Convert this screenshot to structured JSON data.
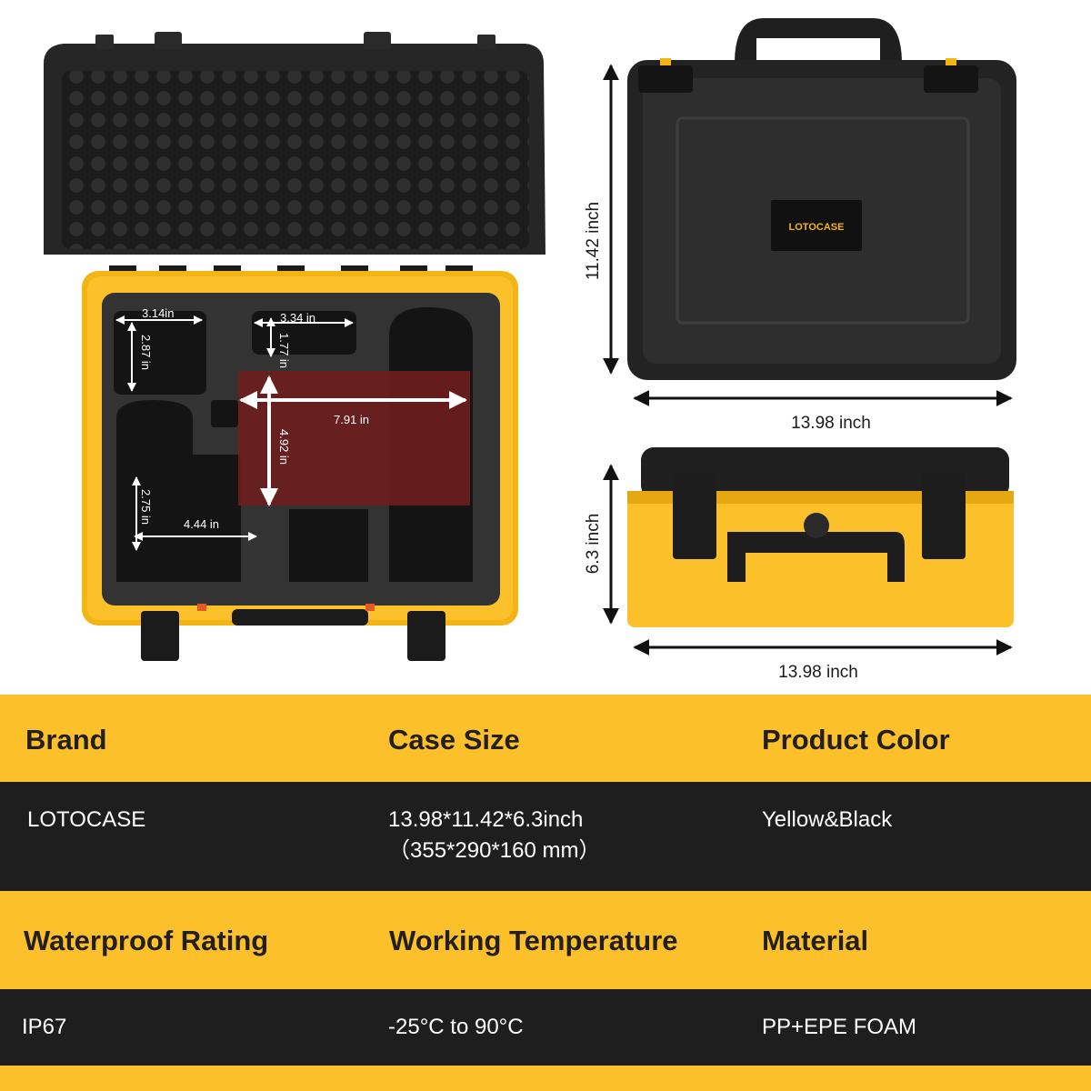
{
  "dimensions": {
    "foam": {
      "slot1_width": "3.14in",
      "slot1_height": "2.87 in",
      "slot2_width": "3.34 in",
      "slot2_height": "1.77 in",
      "main_width": "7.91 in",
      "main_height": "4.92 in",
      "slot3_height": "2.75 in",
      "slot3_width": "4.44 in"
    },
    "top_view_height": "11.42 inch",
    "top_view_width": "13.98 inch",
    "side_view_height": "6.3 inch",
    "side_view_width": "13.98 inch"
  },
  "logo_text": "LOTOCASE",
  "colors": {
    "yellow": "#fcc12a",
    "dark": "#1e1e1e",
    "case_black": "#2b2b2b",
    "maroon": "#6b1d1d"
  },
  "table": {
    "row1": {
      "headers": [
        "Brand",
        "Case Size",
        "Product Color"
      ],
      "values": [
        [
          "LOTOCASE"
        ],
        [
          "13.98*11.42*6.3inch",
          "（355*290*160 mm）"
        ],
        [
          "Yellow&Black"
        ]
      ]
    },
    "row2": {
      "headers": [
        "Waterproof Rating",
        "Working Temperature",
        "Material"
      ],
      "values": [
        [
          "IP67"
        ],
        [
          "-25°C to 90°C"
        ],
        [
          "PP+EPE FOAM"
        ]
      ]
    }
  }
}
